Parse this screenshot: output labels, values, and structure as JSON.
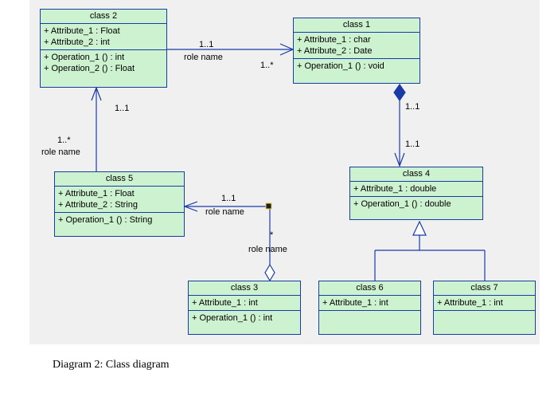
{
  "classes": {
    "class2": {
      "name": "class 2",
      "attributes": [
        "+  Attribute_1   : Float",
        "+  Attribute_2   : int"
      ],
      "operations": [
        "+  Operation_1 ()   : int",
        "+  Operation_2 ()   : Float"
      ]
    },
    "class1": {
      "name": "class 1",
      "attributes": [
        "+  Attribute_1   : char",
        "+  Attribute_2   : Date"
      ],
      "operations": [
        "+  Operation_1 ()   : void"
      ]
    },
    "class5": {
      "name": "class 5",
      "attributes": [
        "+  Attribute_1   : Float",
        "+  Attribute_2   : String"
      ],
      "operations": [
        "+  Operation_1 ()   : String"
      ]
    },
    "class4": {
      "name": "class 4",
      "attributes": [
        "+  Attribute_1   : double"
      ],
      "operations": [
        "+  Operation_1 ()   : double"
      ]
    },
    "class3": {
      "name": "class 3",
      "attributes": [
        "+  Attribute_1   : int"
      ],
      "operations": [
        "+  Operation_1 ()   : int"
      ]
    },
    "class6": {
      "name": "class 6",
      "attributes": [
        "+  Attribute_1   : int"
      ],
      "operations": []
    },
    "class7": {
      "name": "class 7",
      "attributes": [
        "+  Attribute_1   : int"
      ],
      "operations": []
    }
  },
  "labels": {
    "c2_c1_mult_src": "1..1",
    "c2_c1_role": "role name",
    "c2_c1_mult_dst": "1..*",
    "c1_c4_mult_src": "1..1",
    "c1_c4_mult_dst": "1..1",
    "c5_c2_mult_dst": "1..1",
    "c5_c2_mult_src": "1..*",
    "c5_c2_role": "role name",
    "c3_c5_mult": "1..1",
    "c3_c5_role": "role name",
    "c3_c5_star": "*",
    "c3_c5_role2": "role name"
  },
  "caption": "Diagram 2: Class diagram",
  "colors": {
    "class_fill": "#cdf2cf",
    "class_border": "#1a3aa6",
    "panel_background": "#f0f0f0",
    "connector": "#1a3aa6"
  }
}
